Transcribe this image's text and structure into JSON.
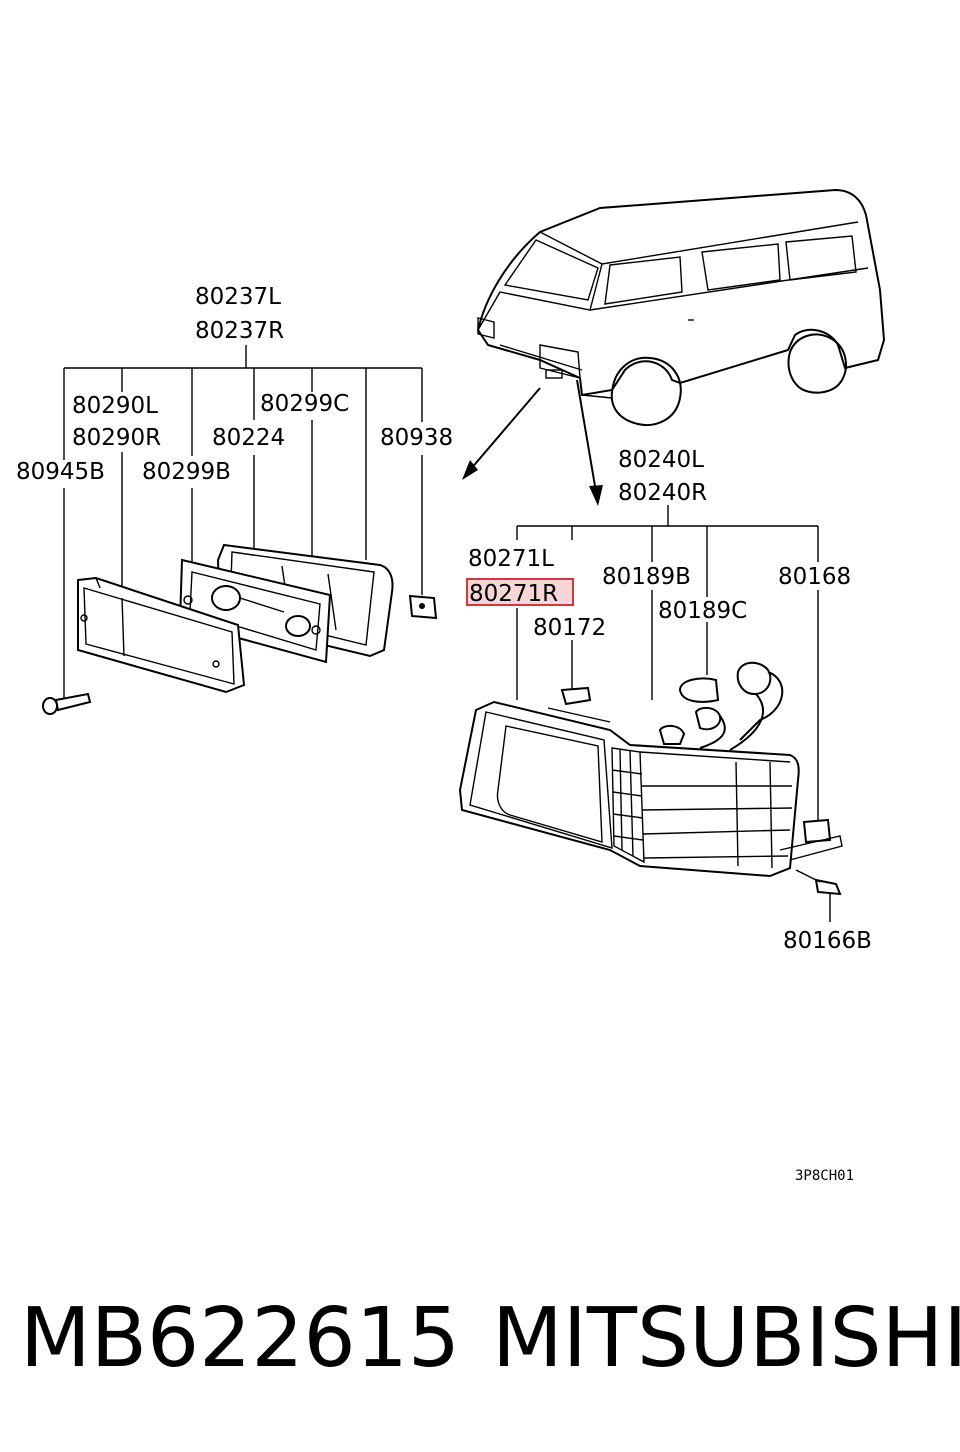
{
  "labels": {
    "left_assembly_l": "80237L",
    "left_assembly_r": "80237R",
    "lens_l": "80290L",
    "lens_r": "80290R",
    "screw_left": "80945B",
    "bulb_c": "80299C",
    "socket_left": "80224",
    "bulb_b": "80299B",
    "clip_left": "80938",
    "right_assembly_l": "80240L",
    "right_assembly_r": "80240R",
    "housing_l": "80271L",
    "housing_r": "80271R",
    "bulb_right_b": "80189B",
    "bulb_right_c": "80189C",
    "clip_right": "80168",
    "grommet_right": "80172",
    "screw_right": "80166B"
  },
  "highlighted_part": "80271R",
  "highlight_color": "#d2383c",
  "diagram_code": "3P8CH01",
  "footer": {
    "part_number": "MB622615",
    "brand": "MITSUBISHI"
  }
}
